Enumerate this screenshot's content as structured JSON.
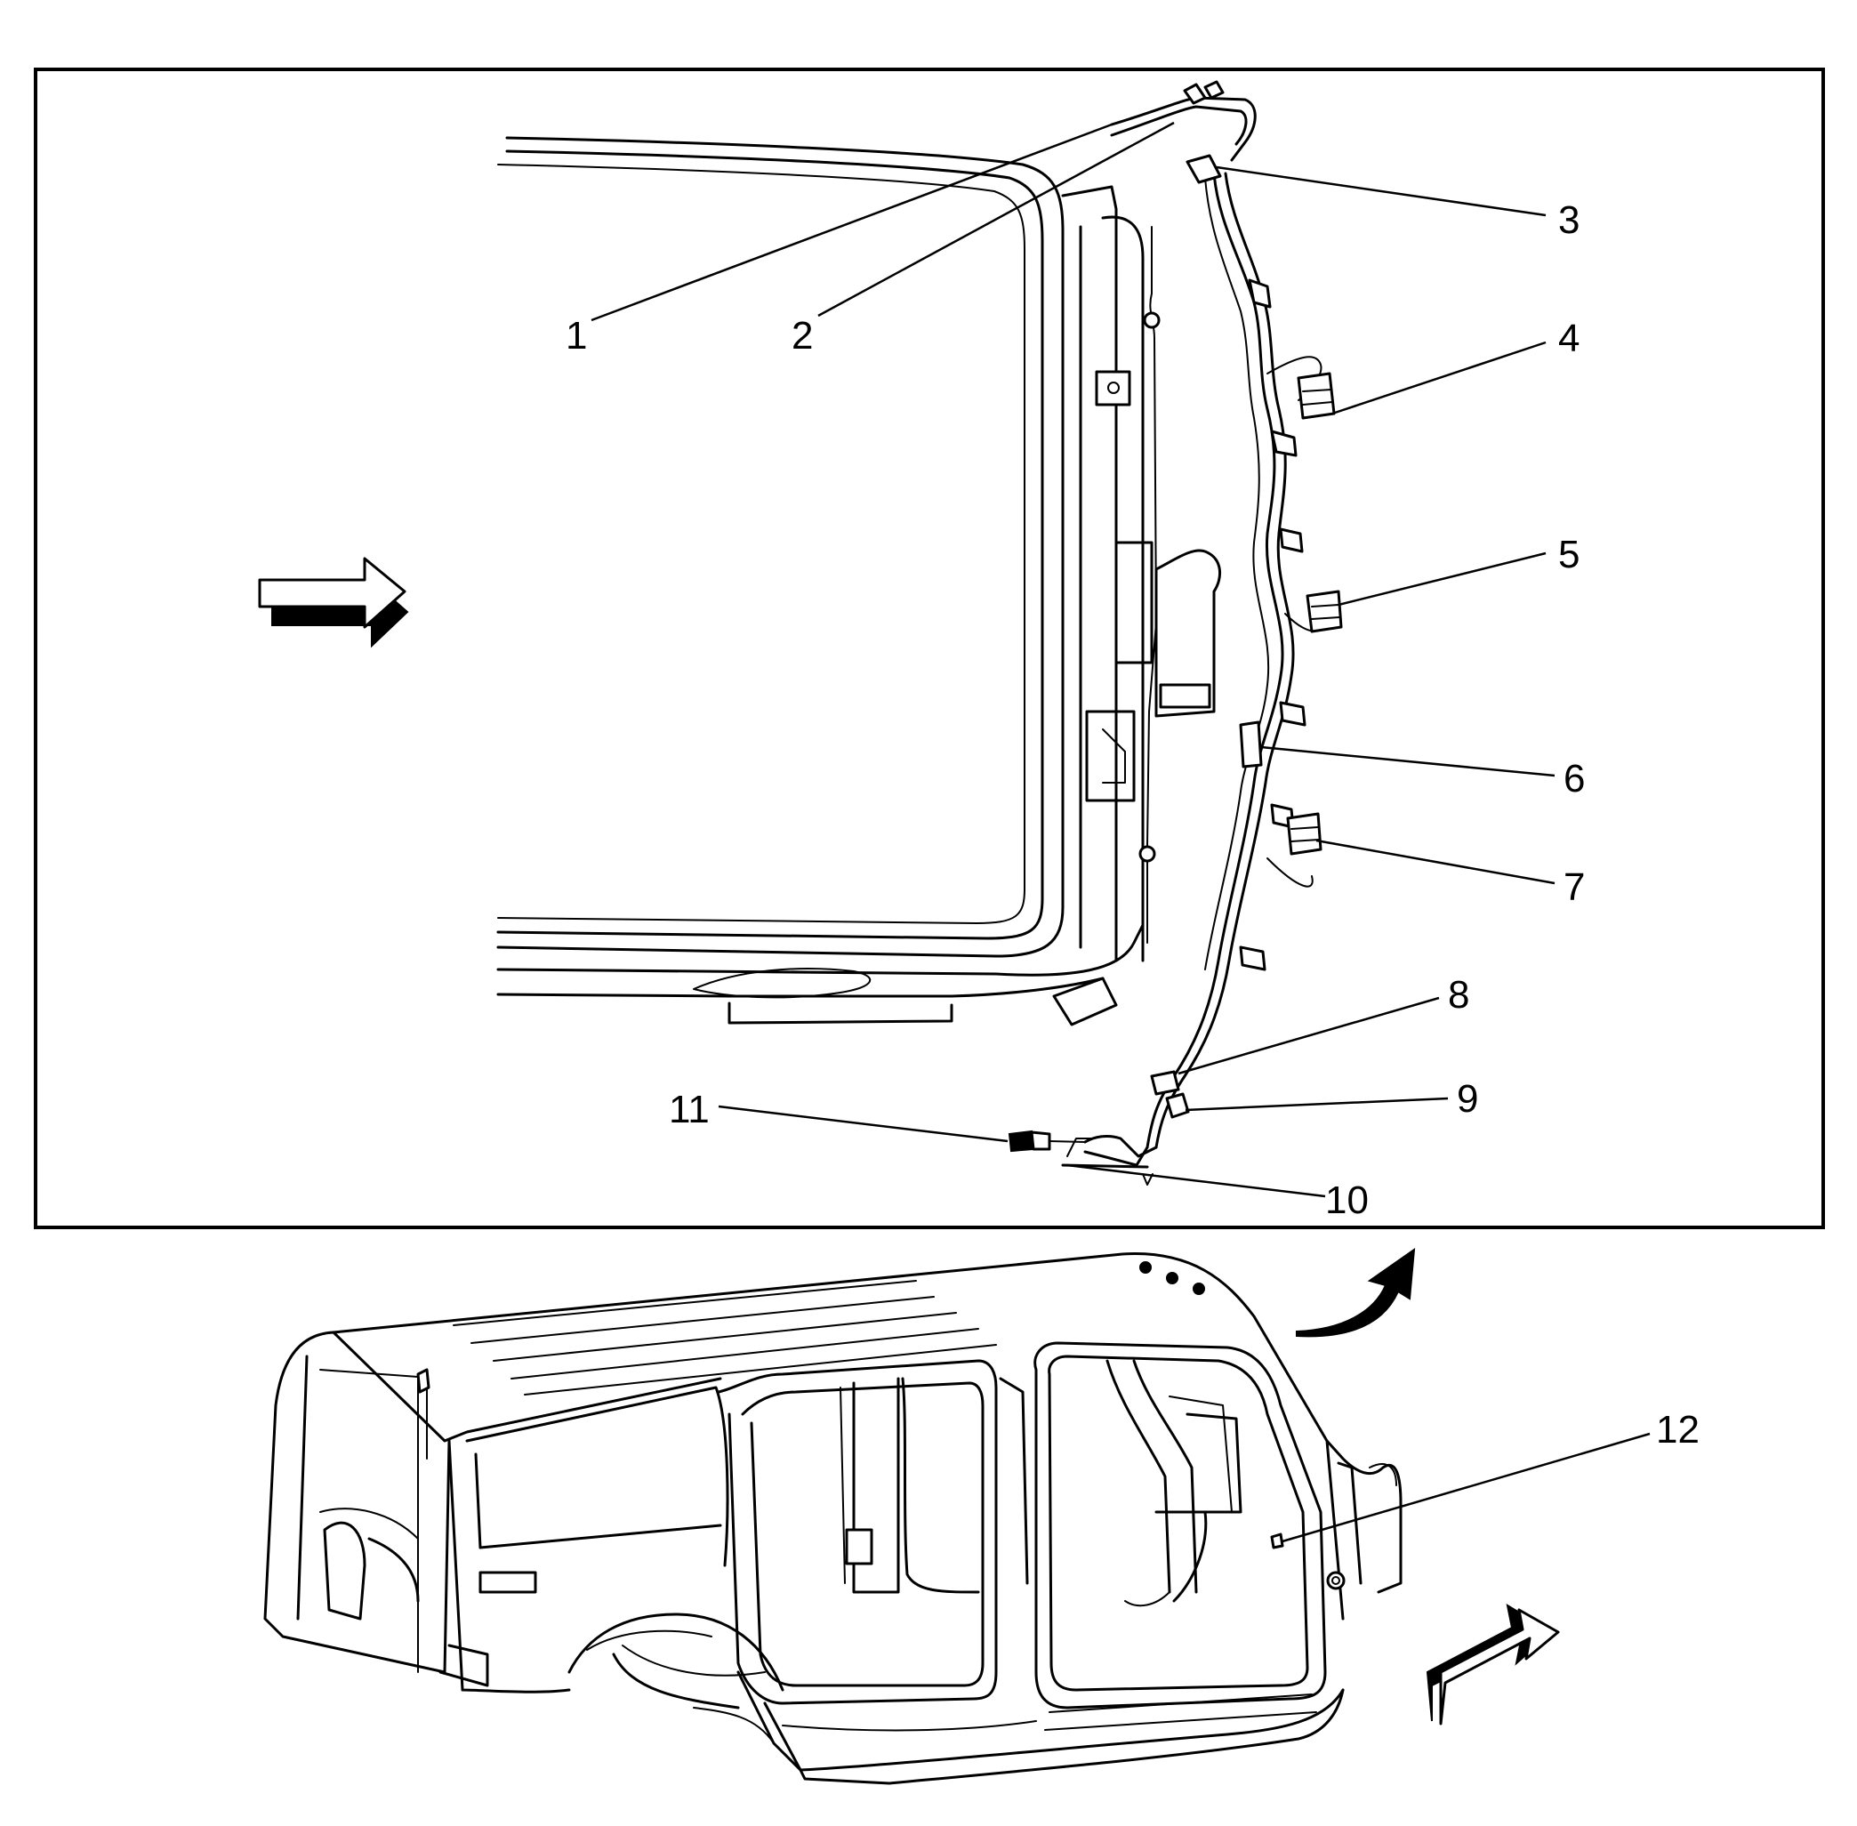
{
  "callouts": [
    {
      "label": "1"
    },
    {
      "label": "2"
    },
    {
      "label": "3"
    },
    {
      "label": "4"
    },
    {
      "label": "5"
    },
    {
      "label": "6"
    },
    {
      "label": "7"
    },
    {
      "label": "8"
    },
    {
      "label": "9"
    },
    {
      "label": "10"
    },
    {
      "label": "11"
    },
    {
      "label": "12"
    }
  ],
  "colors": {
    "line": "#000000",
    "background": "#ffffff"
  },
  "icons": [
    "direction-arrow-icon",
    "rotate-arrow-icon",
    "view-arrow-icon"
  ]
}
